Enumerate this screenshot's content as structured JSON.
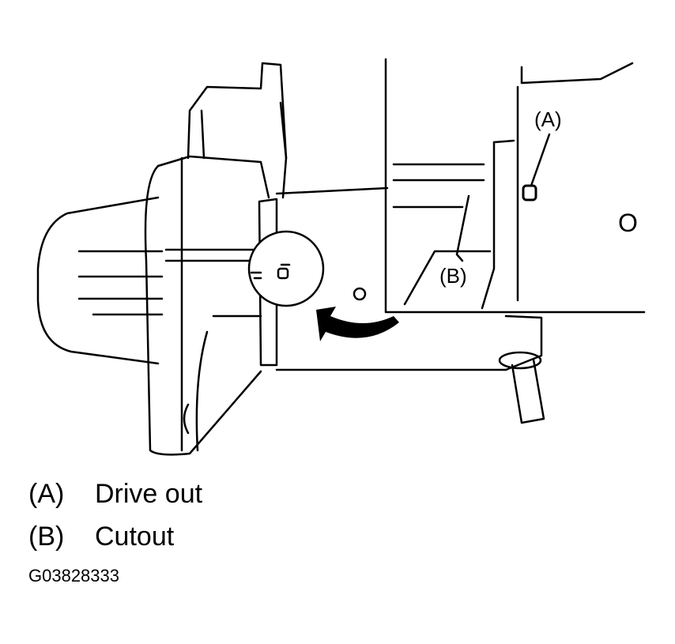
{
  "diagram": {
    "callouts": [
      {
        "key": "(A)"
      },
      {
        "key": "(B)"
      }
    ],
    "letter_o": "O"
  },
  "legend": [
    {
      "key": "(A)",
      "description": "Drive out"
    },
    {
      "key": "(B)",
      "description": "Cutout"
    }
  ],
  "figure_id": "G03828333"
}
